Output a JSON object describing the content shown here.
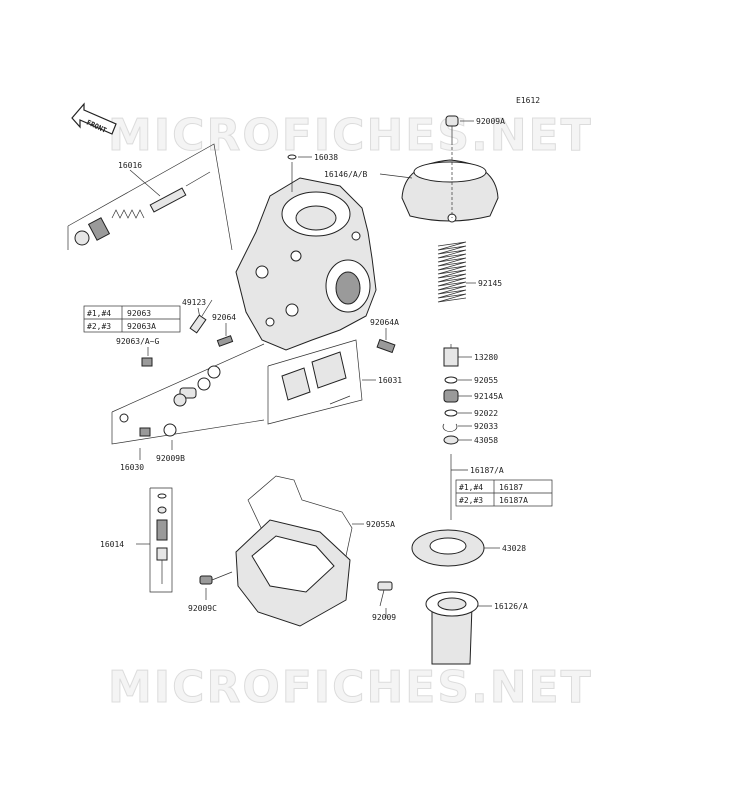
{
  "diagram": {
    "code": "E1612",
    "front_label": "FRONT",
    "watermark": "MICROFICHES.NET",
    "parts": {
      "p16016": "16016",
      "p16038": "16038",
      "p16146": "16146/A/B",
      "p92009A": "92009A",
      "p92145": "92145",
      "p49123": "49123",
      "p92064": "92064",
      "p92063var": "92063/A~G",
      "p92064A": "92064A",
      "p16031": "16031",
      "p13280": "13280",
      "p92055": "92055",
      "p92145A": "92145A",
      "p92022": "92022",
      "p92033": "92033",
      "p43058": "43058",
      "p16030": "16030",
      "p92009B": "92009B",
      "p16187A": "16187/A",
      "p16014": "16014",
      "p92055A": "92055A",
      "p43028": "43028",
      "p92009C": "92009C",
      "p92009": "92009",
      "p16126": "16126/A"
    },
    "table_jet": {
      "rows": [
        {
          "cyl": "#1,#4",
          "part": "92063"
        },
        {
          "cyl": "#2,#3",
          "part": "92063A"
        }
      ]
    },
    "table_needle": {
      "rows": [
        {
          "cyl": "#1,#4",
          "part": "16187"
        },
        {
          "cyl": "#2,#3",
          "part": "16187A"
        }
      ]
    }
  }
}
